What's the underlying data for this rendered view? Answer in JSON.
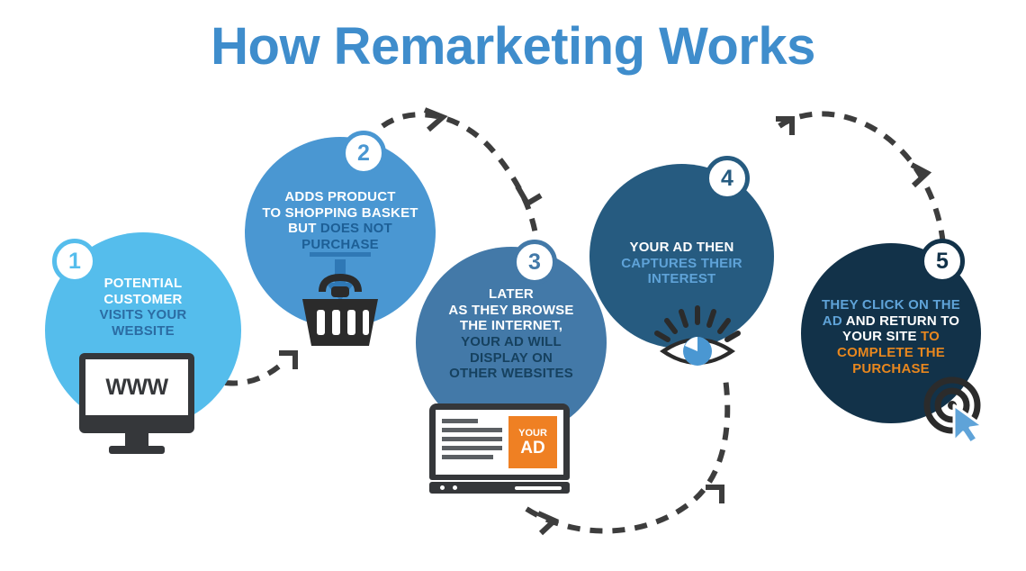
{
  "title": "How Remarketing Works",
  "colors": {
    "title": "#3f8dcc",
    "circle_1": "#55bdec",
    "circle_2": "#4a97d2",
    "circle_3": "#4379a8",
    "circle_4": "#265b80",
    "circle_5": "#123249",
    "accent_orange": "#ef8023",
    "arrow": "#3d3d3d",
    "icon_dark": "#35373a"
  },
  "steps": [
    {
      "number": "1",
      "badge_color": "#55bdec",
      "lines": [
        {
          "text": "POTENTIAL",
          "style": "w"
        },
        {
          "text": "CUSTOMER",
          "style": "w"
        },
        {
          "text": "VISITS YOUR",
          "style": "d1"
        },
        {
          "text": "WEBSITE",
          "style": "d1"
        }
      ],
      "icon": "monitor-www-icon",
      "icon_label": "WWW"
    },
    {
      "number": "2",
      "badge_color": "#4a97d2",
      "lines": [
        {
          "text": "ADDS PRODUCT",
          "style": "w"
        },
        {
          "text": "TO SHOPPING BASKET",
          "style": "w"
        },
        {
          "text": "BUT DOES NOT",
          "style": "mix"
        },
        {
          "text": "PURCHASE",
          "style": "d2"
        }
      ],
      "line3_white": "BUT ",
      "line3_dark": "DOES NOT",
      "icon": "shopping-basket-icon"
    },
    {
      "number": "3",
      "badge_color": "#4379a8",
      "lines": [
        {
          "text": "LATER",
          "style": "w"
        },
        {
          "text": "AS THEY BROWSE",
          "style": "w"
        },
        {
          "text": "THE INTERNET,",
          "style": "w"
        },
        {
          "text": "YOUR AD WILL",
          "style": "d3"
        },
        {
          "text": "DISPLAY ON",
          "style": "d3"
        },
        {
          "text": "OTHER WEBSITES",
          "style": "d3"
        }
      ],
      "icon": "laptop-ad-icon",
      "ad_line1": "YOUR",
      "ad_line2": "AD"
    },
    {
      "number": "4",
      "badge_color": "#265b80",
      "lines": [
        {
          "text": "YOUR AD THEN",
          "style": "w"
        },
        {
          "text": "CAPTURES THEIR",
          "style": "lb"
        },
        {
          "text": "INTEREST",
          "style": "lb"
        }
      ],
      "icon": "eye-icon"
    },
    {
      "number": "5",
      "badge_color": "#123249",
      "lines": [
        {
          "text": "THEY CLICK ON THE",
          "style": "lb"
        },
        {
          "text": "AD AND RETURN TO",
          "style": "mix"
        },
        {
          "text": "YOUR SITE TO",
          "style": "mix"
        },
        {
          "text": "COMPLETE THE",
          "style": "or"
        },
        {
          "text": "PURCHASE",
          "style": "or"
        }
      ],
      "line2_blue": "AD ",
      "line2_white": "AND RETURN TO",
      "line3_white": "YOUR SITE ",
      "line3_orange": "TO",
      "icon": "target-cursor-icon"
    }
  ],
  "connectors": [
    {
      "name": "arrow-step1-to-step2"
    },
    {
      "name": "arrow-step2-to-step3"
    },
    {
      "name": "arrow-step3-to-step4"
    },
    {
      "name": "arrow-step4-to-step5"
    }
  ]
}
